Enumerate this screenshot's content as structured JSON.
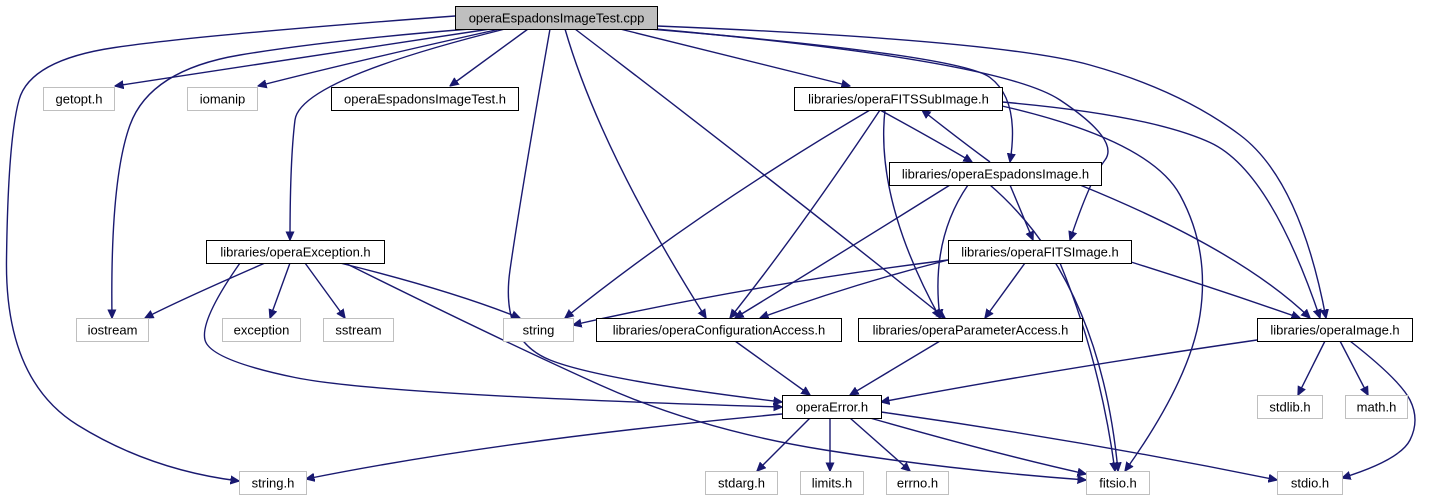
{
  "colors": {
    "root_fill": "#bfbfbf",
    "root_border": "#000000",
    "internal_border": "#000000",
    "external_border": "#bfbfbf",
    "edge": "#191970",
    "background": "#ffffff"
  },
  "nodes": {
    "root": {
      "label": "operaEspadonsImageTest.cpp",
      "kind": "root"
    },
    "getopt": {
      "label": "getopt.h",
      "kind": "external"
    },
    "iomanip": {
      "label": "iomanip",
      "kind": "external"
    },
    "testh": {
      "label": "operaEspadonsImageTest.h",
      "kind": "internal"
    },
    "fitssub": {
      "label": "libraries/operaFITSSubImage.h",
      "kind": "internal"
    },
    "espimg": {
      "label": "libraries/operaEspadonsImage.h",
      "kind": "internal"
    },
    "exception": {
      "label": "libraries/operaException.h",
      "kind": "internal"
    },
    "fitsimg": {
      "label": "libraries/operaFITSImage.h",
      "kind": "internal"
    },
    "iostream": {
      "label": "iostream",
      "kind": "external"
    },
    "exc": {
      "label": "exception",
      "kind": "external"
    },
    "sstream": {
      "label": "sstream",
      "kind": "external"
    },
    "string": {
      "label": "string",
      "kind": "external"
    },
    "config": {
      "label": "libraries/operaConfigurationAccess.h",
      "kind": "internal"
    },
    "param": {
      "label": "libraries/operaParameterAccess.h",
      "kind": "internal"
    },
    "image": {
      "label": "libraries/operaImage.h",
      "kind": "internal"
    },
    "error": {
      "label": "operaError.h",
      "kind": "internal"
    },
    "stdlib": {
      "label": "stdlib.h",
      "kind": "external"
    },
    "math": {
      "label": "math.h",
      "kind": "external"
    },
    "stringh": {
      "label": "string.h",
      "kind": "external"
    },
    "stdarg": {
      "label": "stdarg.h",
      "kind": "external"
    },
    "limits": {
      "label": "limits.h",
      "kind": "external"
    },
    "errno": {
      "label": "errno.h",
      "kind": "external"
    },
    "fitsio": {
      "label": "fitsio.h",
      "kind": "external"
    },
    "stdio": {
      "label": "stdio.h",
      "kind": "external"
    }
  },
  "edges": [
    [
      "root",
      "getopt"
    ],
    [
      "root",
      "iomanip"
    ],
    [
      "root",
      "testh"
    ],
    [
      "root",
      "fitssub"
    ],
    [
      "root",
      "espimg"
    ],
    [
      "root",
      "exception"
    ],
    [
      "root",
      "fitsimg"
    ],
    [
      "root",
      "iostream"
    ],
    [
      "root",
      "config"
    ],
    [
      "root",
      "param"
    ],
    [
      "root",
      "image"
    ],
    [
      "root",
      "error"
    ],
    [
      "root",
      "stringh"
    ],
    [
      "fitssub",
      "espimg"
    ],
    [
      "espimg",
      "fitssub"
    ],
    [
      "fitssub",
      "string"
    ],
    [
      "fitssub",
      "config"
    ],
    [
      "fitssub",
      "param"
    ],
    [
      "fitssub",
      "image"
    ],
    [
      "fitssub",
      "fitsio"
    ],
    [
      "espimg",
      "fitsimg"
    ],
    [
      "espimg",
      "config"
    ],
    [
      "espimg",
      "param"
    ],
    [
      "espimg",
      "image"
    ],
    [
      "espimg",
      "fitsio"
    ],
    [
      "fitsimg",
      "string"
    ],
    [
      "fitsimg",
      "config"
    ],
    [
      "fitsimg",
      "param"
    ],
    [
      "fitsimg",
      "image"
    ],
    [
      "fitsimg",
      "fitsio"
    ],
    [
      "exception",
      "iostream"
    ],
    [
      "exception",
      "exc"
    ],
    [
      "exception",
      "sstream"
    ],
    [
      "exception",
      "string"
    ],
    [
      "exception",
      "error"
    ],
    [
      "exception",
      "fitsio"
    ],
    [
      "config",
      "error"
    ],
    [
      "param",
      "error"
    ],
    [
      "image",
      "error"
    ],
    [
      "image",
      "stdlib"
    ],
    [
      "image",
      "math"
    ],
    [
      "image",
      "stdio"
    ],
    [
      "error",
      "stringh"
    ],
    [
      "error",
      "stdarg"
    ],
    [
      "error",
      "limits"
    ],
    [
      "error",
      "errno"
    ],
    [
      "error",
      "fitsio"
    ],
    [
      "error",
      "stdio"
    ]
  ]
}
